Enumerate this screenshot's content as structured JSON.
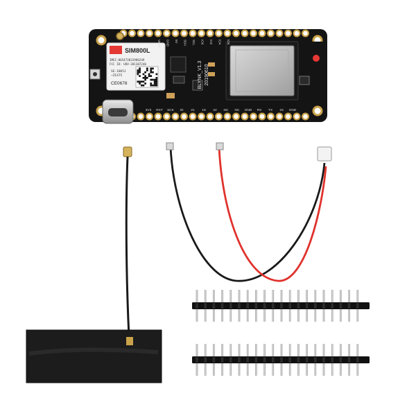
{
  "board": {
    "sim_module": {
      "brand": "SIM800L",
      "imei_line": "IMEI:865472031986249",
      "fcc_line": "FCC ID: UDV-201307240",
      "code_line_1": "SE-1065J",
      "code_line_2": "~ZI475",
      "ce_mark": "CE0678"
    },
    "silkscreen": {
      "model": "BLYNK_V1.3",
      "date": "20190610"
    },
    "top_pin_labels": [
      "VBAT",
      "GND",
      "5V",
      "SDA",
      "SCL",
      "IO0",
      "IO2",
      "IO4",
      "IO5"
    ],
    "bottom_pin_labels": [
      "3V3",
      "RST",
      "SCK",
      "IO",
      "21",
      "19",
      "22",
      "NC",
      "NC",
      "GND",
      "RX",
      "TX",
      "23",
      "GND"
    ]
  },
  "parts": {
    "antenna": "antenna",
    "cable": "jst-cable",
    "headers": "pin-headers"
  },
  "colors": {
    "pcb": "#141414",
    "gold": "#c9a24a",
    "wire_red": "#e0322c",
    "wire_black": "#1a1a1a",
    "antenna_pad": "#1c1c1c",
    "header_plastic": "#111111",
    "pin_metal": "#b9b9b9"
  }
}
